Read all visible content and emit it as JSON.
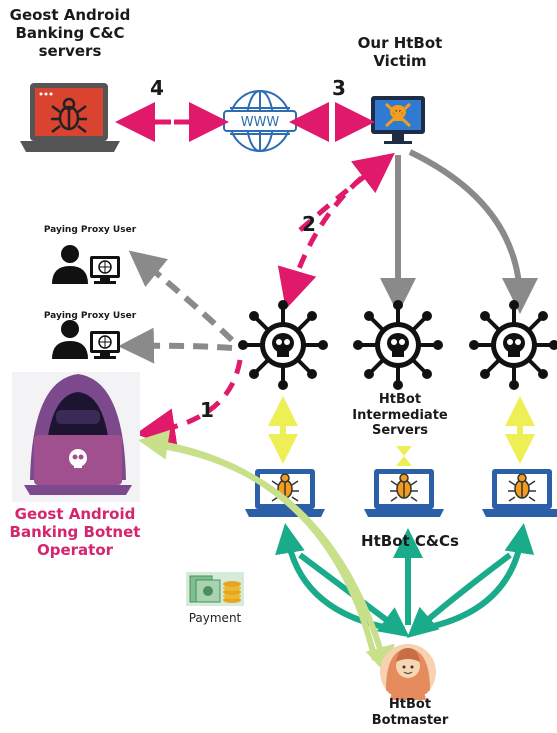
{
  "labels": {
    "geost_servers": "Geost Android\nBanking C&C\nservers",
    "victim": "Our HtBot\nVictim",
    "proxy_user_1": "Paying Proxy User",
    "proxy_user_2": "Paying Proxy User",
    "intermediate": "HtBot\nIntermediate\nServers",
    "operator": "Geost Android\nBanking Botnet\nOperator",
    "ccs": "HtBot C&Cs",
    "payment": "Payment",
    "botmaster": "HtBot\nBotmaster",
    "www": "WWW"
  },
  "steps": [
    "4",
    "3",
    "2",
    "1"
  ],
  "colors": {
    "pink": "#e0196b",
    "gray": "#8a8a8a",
    "yellow": "#eeee55",
    "teal": "#1aab8a",
    "lightgreen": "#c8e08a",
    "laptop_blue": "#2b5fa8",
    "laptop_red": "#d9432f",
    "operator_purple": "#7c4a8c"
  }
}
